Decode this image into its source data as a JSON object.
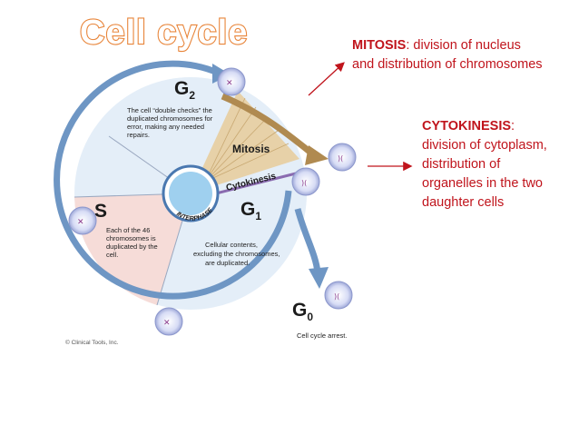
{
  "title": "Cell cycle",
  "diagram": {
    "phases": {
      "g2": {
        "letter": "G",
        "sub": "2",
        "desc": [
          "The cell “double checks” the",
          "duplicated chromosomes for",
          "error, making any needed",
          "repairs."
        ]
      },
      "s": {
        "letter": "S",
        "desc": [
          "Each of the 46",
          "chromosomes is",
          "duplicated by the",
          "cell."
        ]
      },
      "g1": {
        "letter": "G",
        "sub": "1",
        "desc": [
          "Cellular contents,",
          "excluding the chromosomes,",
          "are duplicated."
        ]
      },
      "g0": {
        "letter": "G",
        "sub": "0",
        "desc": "Cell cycle arrest."
      },
      "mitosis": "Mitosis",
      "cytokinesis": "Cytokinesis",
      "interphase": "INTERPHASE"
    },
    "copyright": "© Clinical Tools, Inc."
  },
  "annotations": {
    "mitosis": {
      "head": "MITOSIS",
      "rest": ": division of nucleus",
      "line2": "and distribution of chromosomes"
    },
    "cytokinesis": {
      "head": "CYTOKINESIS",
      "rest": ":",
      "lines": [
        "division of cytoplasm,",
        "distribution of",
        "organelles in the two",
        "daughter cells"
      ]
    }
  },
  "colors": {
    "ring": "#6e96c4",
    "s_fill": "#f6dcd8",
    "g_fill": "#e4eef8",
    "mitosis_fill": "#e7d1a8",
    "hub": "#9fd0ef",
    "annotation_red": "#c0141c",
    "title_outline": "#e8853a"
  }
}
